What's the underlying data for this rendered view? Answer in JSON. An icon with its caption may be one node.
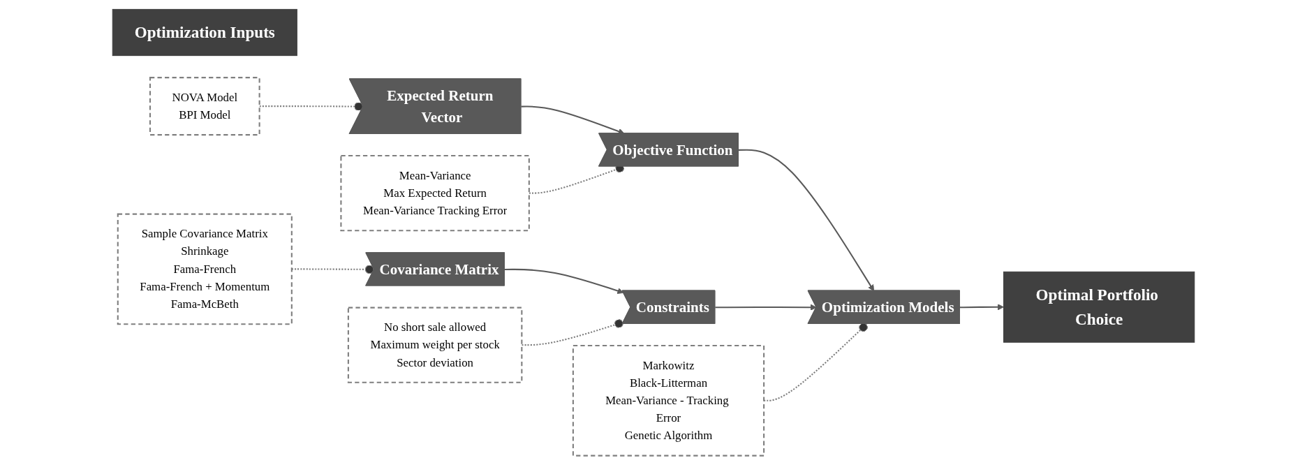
{
  "diagram": {
    "nodes": [
      {
        "text": [
          "Optimization Inputs"
        ]
      },
      {
        "text": [
          "Expected Return Vector"
        ]
      },
      {
        "text": [
          "NOVA Model",
          "BPI Model"
        ]
      },
      {
        "text": [
          "Covariance Matrix"
        ]
      },
      {
        "text": [
          "Sample Covariance Matrix",
          "Shrinkage",
          "Fama-French",
          "Fama-French + Momentum",
          "Fama-McBeth"
        ]
      },
      {
        "text": [
          "Objective Function"
        ]
      },
      {
        "text": [
          "Mean-Variance",
          "Max Expected Return",
          "Mean-Variance Tracking Error"
        ]
      },
      {
        "text": [
          "Constraints"
        ]
      },
      {
        "text": [
          "No short sale allowed",
          "Maximum weight per stock",
          "Sector deviation"
        ]
      },
      {
        "text": [
          "Optimization Models"
        ]
      },
      {
        "text": [
          "Markowitz",
          "Black-Litterman",
          "Mean-Variance - Tracking Error",
          "Genetic Algorithm"
        ]
      },
      {
        "text": [
          "Optimal Portfolio Choice"
        ]
      }
    ],
    "edges": [
      {
        "from": 1,
        "to": 5,
        "arrow": "to"
      },
      {
        "from": 3,
        "to": 7,
        "arrow": "to"
      },
      {
        "from": 5,
        "to": 9,
        "arrow": "to"
      },
      {
        "from": 7,
        "to": 9,
        "arrow": "to"
      },
      {
        "from": 9,
        "to": 11,
        "arrow": "to"
      },
      {
        "from": 2,
        "to": 1,
        "arrow": "other",
        "style": "dashed"
      },
      {
        "from": 4,
        "to": 3,
        "arrow": "other",
        "style": "dashed"
      },
      {
        "from": 6,
        "to": 5,
        "arrow": "other",
        "style": "dashed"
      },
      {
        "from": 8,
        "to": 7,
        "arrow": "other",
        "style": "dashed"
      },
      {
        "from": 10,
        "to": 9,
        "arrow": "other",
        "style": "dashed"
      }
    ]
  }
}
